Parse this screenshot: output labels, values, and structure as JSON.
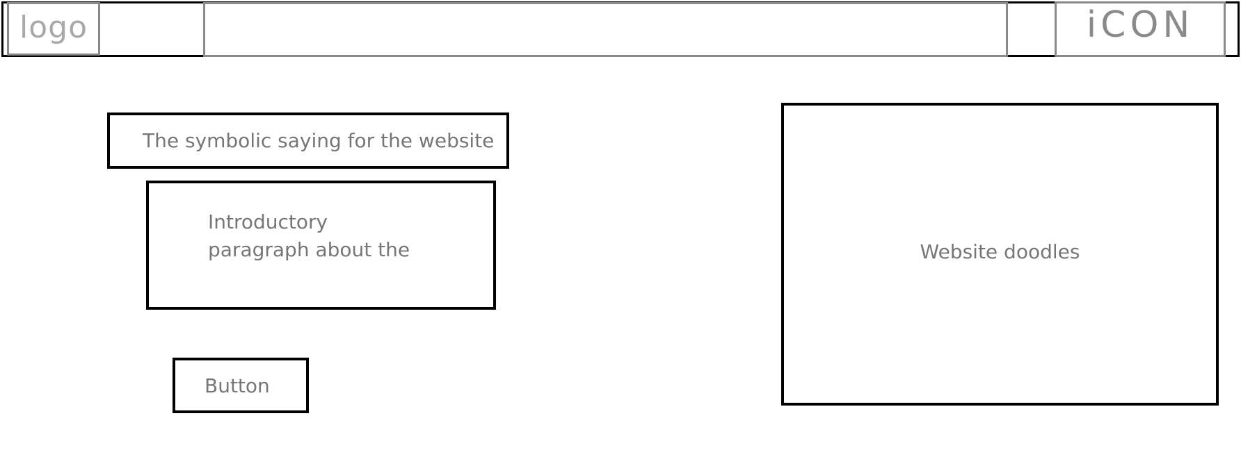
{
  "header": {
    "logo_text": "logo",
    "search_value": "",
    "icon_text": "iCON"
  },
  "main": {
    "tagline": "The symbolic saying for the website",
    "intro_paragraph": "Introductory paragraph about the",
    "button_label": "Button",
    "doodles_label": "Website doodles"
  }
}
